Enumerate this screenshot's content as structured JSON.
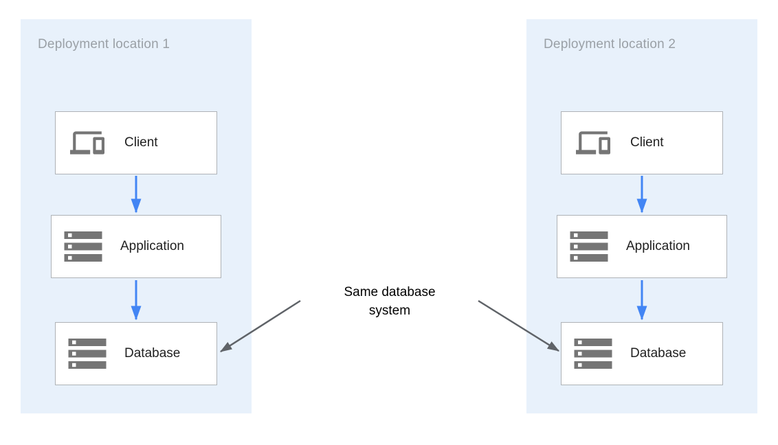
{
  "zones": [
    {
      "title": "Deployment location 1",
      "nodes": [
        {
          "id": "client",
          "label": "Client",
          "icon": "devices-icon"
        },
        {
          "id": "application",
          "label": "Application",
          "icon": "server-stack-icon"
        },
        {
          "id": "database",
          "label": "Database",
          "icon": "server-stack-icon"
        }
      ]
    },
    {
      "title": "Deployment location 2",
      "nodes": [
        {
          "id": "client",
          "label": "Client",
          "icon": "devices-icon"
        },
        {
          "id": "application",
          "label": "Application",
          "icon": "server-stack-icon"
        },
        {
          "id": "database",
          "label": "Database",
          "icon": "server-stack-icon"
        }
      ]
    }
  ],
  "annotation": {
    "text": "Same database system"
  },
  "connections": [
    {
      "from": "zone1.client",
      "to": "zone1.application",
      "type": "flow"
    },
    {
      "from": "zone1.application",
      "to": "zone1.database",
      "type": "flow"
    },
    {
      "from": "zone2.client",
      "to": "zone2.application",
      "type": "flow"
    },
    {
      "from": "zone2.application",
      "to": "zone2.database",
      "type": "flow"
    },
    {
      "from": "annotation",
      "to": "zone1.database",
      "type": "pointer"
    },
    {
      "from": "annotation",
      "to": "zone2.database",
      "type": "pointer"
    }
  ],
  "colors": {
    "zone_bg": "#e8f1fb",
    "zone_title": "#9aa0a6",
    "box_border": "#aeb2b6",
    "node_label": "#212121",
    "icon": "#757575",
    "flow_arrow": "#4285f4",
    "annotation_arrow": "#5f6368",
    "annotation_text": "#000000"
  }
}
